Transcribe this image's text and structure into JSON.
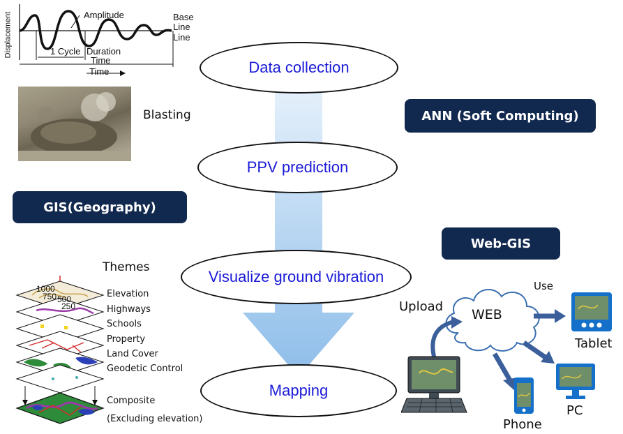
{
  "waveform": {
    "ylabel": "Displacement",
    "amplitude": "Amplitude",
    "base_line_1": "Base",
    "base_line_2": "Line",
    "base_line_3": "Line",
    "one_cycle": "1 Cycle",
    "duration": "Duration",
    "time_1": "Time",
    "time_2": "Time"
  },
  "left": {
    "blasting": "Blasting",
    "gis_box": "GIS(Geography)",
    "themes_title": "Themes",
    "contours": [
      "1000",
      "750",
      "500",
      "250"
    ],
    "layers": [
      "Elevation",
      "Highways",
      "Schools",
      "Property",
      "Land Cover",
      "Geodetic Control"
    ],
    "composite": "Composite",
    "composite_note": "(Excluding elevation)"
  },
  "flow": {
    "steps": [
      "Data collection",
      "PPV prediction",
      "Visualize ground vibration",
      "Mapping"
    ]
  },
  "right": {
    "ann_box": "ANN (Soft Computing)",
    "webgis_box": "Web-GIS",
    "web": "WEB",
    "upload": "Upload",
    "use": "Use",
    "tablet": "Tablet",
    "phone": "Phone",
    "pc": "PC"
  },
  "colors": {
    "navy": "#12294f",
    "step_text": "#1a1ad8",
    "arrow_blue": "#3a5f9a",
    "flow_arrow": "#a9cdf0"
  }
}
